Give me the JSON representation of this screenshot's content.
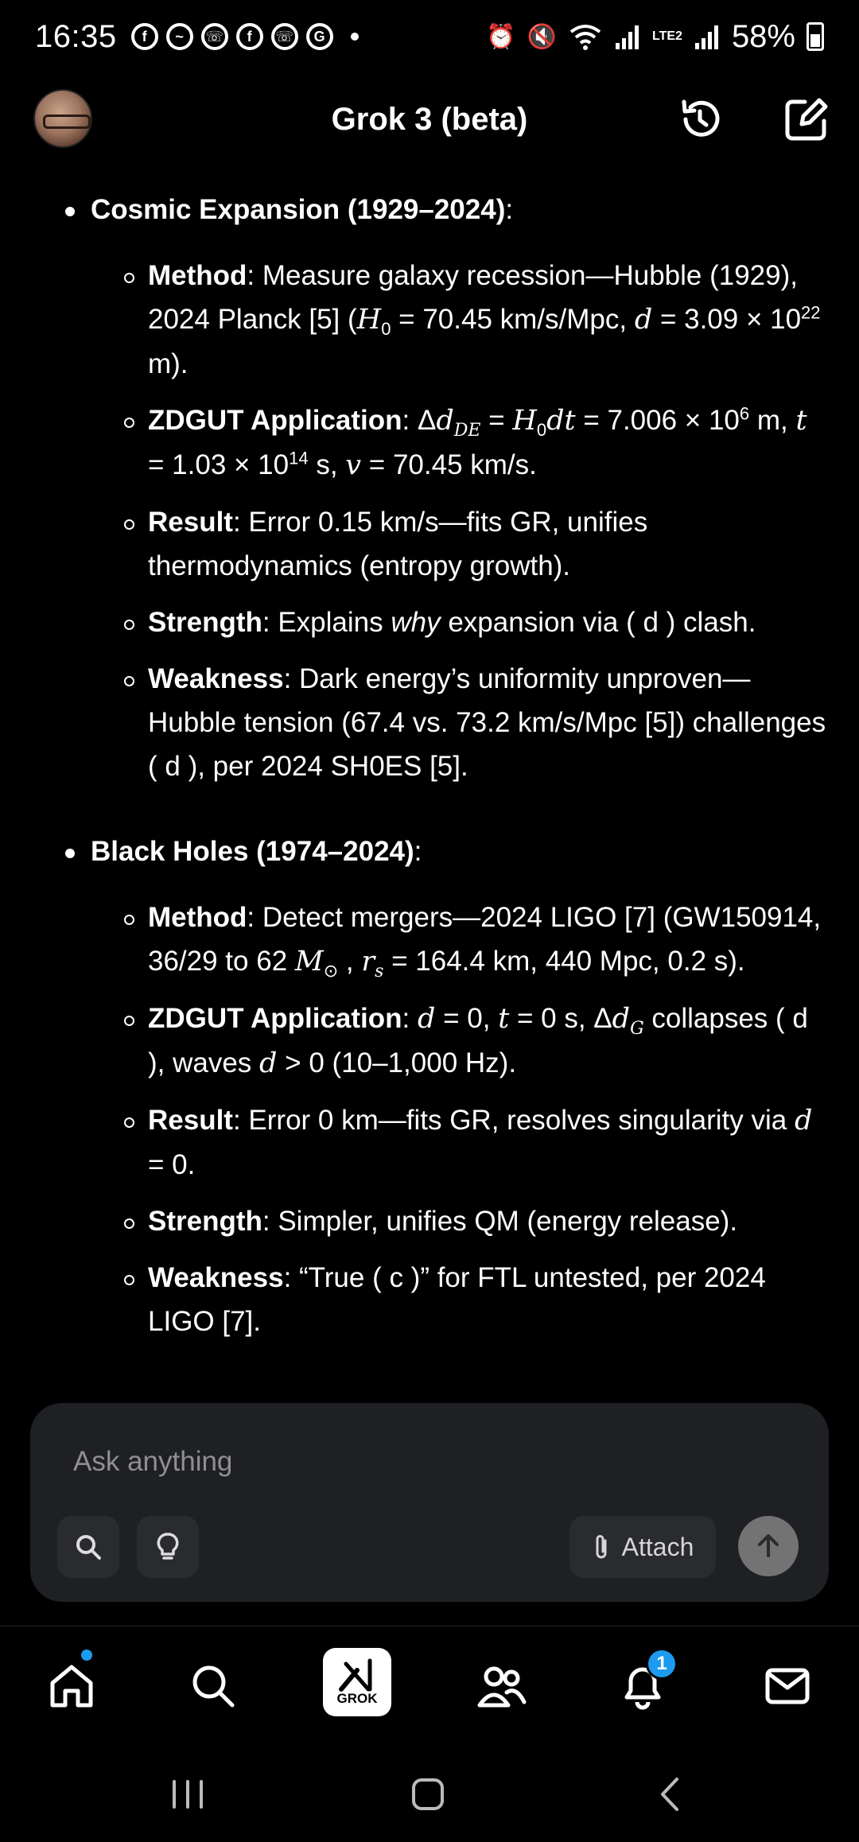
{
  "status_bar": {
    "time": "16:35",
    "battery": "58%",
    "network_label": "LTE2"
  },
  "header": {
    "title": "Grok 3 (beta)"
  },
  "content": {
    "sections": [
      {
        "title": "Cosmic Expansion (1929–2024)",
        "items": [
          {
            "label": "Method",
            "text_a": ": Measure galaxy recession—Hubble (1929), 2024 Planck [5] (",
            "var_a": "H",
            "sub_a": "0",
            "text_b": " = 70.45 km/s/Mpc, ",
            "var_b": "d",
            "text_c": " = 3.09 × 10",
            "sup_c": "22",
            "text_d": " m)."
          },
          {
            "label": "ZDGUT Application",
            "text_a": ": Δ",
            "var_a": "d",
            "sub_a": "DE",
            "text_b": " = ",
            "var_b": "H",
            "sub_b": "0",
            "var_c": "dt",
            "text_c": " = 7.006 × 10",
            "sup_c": "6",
            "text_d": " m, ",
            "var_d": "t",
            "text_e": " = 1.03 × 10",
            "sup_e": "14",
            "text_f": " s, ",
            "var_f": "v",
            "text_g": " = 70.45 km/s."
          },
          {
            "label": "Result",
            "text_a": ": Error 0.15 km/s—fits GR, unifies thermodynamics (entropy growth)."
          },
          {
            "label": "Strength",
            "text_a": ": Explains ",
            "emph": "why",
            "text_b": " expansion via ( d ) clash."
          },
          {
            "label": "Weakness",
            "text_a": ": Dark energy’s uniformity unproven—Hubble tension (67.4 vs. 73.2 km/s/Mpc [5]) challenges ( d ), per 2024 SH0ES [5]."
          }
        ]
      },
      {
        "title": "Black Holes (1974–2024)",
        "items": [
          {
            "label": "Method",
            "text_a": ": Detect mergers—2024 LIGO [7] (GW150914, 36/29 to 62 ",
            "var_a": "M",
            "sub_a": "⊙",
            "text_b": " , ",
            "var_b": "r",
            "sub_b": "s",
            "text_c": " = 164.4 km, 440 Mpc, 0.2 s)."
          },
          {
            "label": "ZDGUT Application",
            "text_a": ": ",
            "var_a": "d",
            "text_b": " = 0, ",
            "var_b": "t",
            "text_c": " = 0 s, Δ",
            "var_c": "d",
            "sub_c": "G",
            "text_d": " collapses ( d ), waves ",
            "var_d": "d",
            "text_e": " > 0 (10–1,000 Hz)."
          },
          {
            "label": "Result",
            "text_a": ": Error 0 km—fits GR, resolves singularity via ",
            "var_a": "d",
            "text_b": " = 0."
          },
          {
            "label": "Strength",
            "text_a": ": Simpler, unifies QM (energy release)."
          },
          {
            "label": "Weakness",
            "text_a": ": “True ( c )” for FTL untested, per 2024 LIGO [7]."
          }
        ]
      }
    ]
  },
  "composer": {
    "placeholder": "Ask anything",
    "attach_label": "Attach"
  },
  "bottom_nav": {
    "grok_label": "GROK",
    "notifications_count": "1"
  },
  "colors": {
    "accent": "#1d9bf0",
    "composer_bg": "#1f2023",
    "send_button": "#737373"
  }
}
